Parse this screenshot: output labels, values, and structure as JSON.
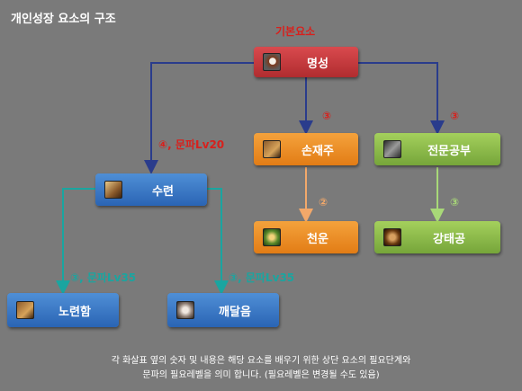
{
  "title": "개인성장 요소의 구조",
  "root_label": "기본요소",
  "nodes": {
    "fame": "명성",
    "hand": "손재주",
    "study": "전문공부",
    "training": "수련",
    "heaven": "천운",
    "strength": "강태공",
    "novice": "노련함",
    "enlighten": "깨달음"
  },
  "edges": {
    "fame_to_training": "④, 문파Lv20",
    "fame_to_hand": "③",
    "fame_to_study": "③",
    "hand_to_heaven": "②",
    "study_to_strength": "③",
    "training_to_novice": "③, 문파Lv35",
    "training_to_enlighten": "③, 문파Lv35"
  },
  "caption": {
    "line1": "각 화살표 옆의 숫자 및 내용은 해당 요소를 배우기 위한 상단 요소의 필요단계와",
    "line2": "문파의 필요레벨을 의미 합니다. (필요레벨은 변경될 수도 있음)"
  },
  "icons": {
    "fame": "crest-icon",
    "hand": "hand-tool-icon",
    "study": "book-icon",
    "training": "scroll-icon",
    "heaven": "luck-icon",
    "strength": "fisherman-icon",
    "novice": "hand-icon",
    "enlighten": "mind-icon"
  },
  "colors": {
    "background": "#7a7a7a",
    "red": "#c0393c",
    "orange": "#ee8c22",
    "green": "#8cbb48",
    "blue": "#3a78c6",
    "navy_arrow": "#2a3c8c",
    "teal_arrow": "#1aa5a0",
    "orange_arrow": "#f2a86a",
    "green_arrow": "#a8d878",
    "title_red": "#d8201c"
  }
}
